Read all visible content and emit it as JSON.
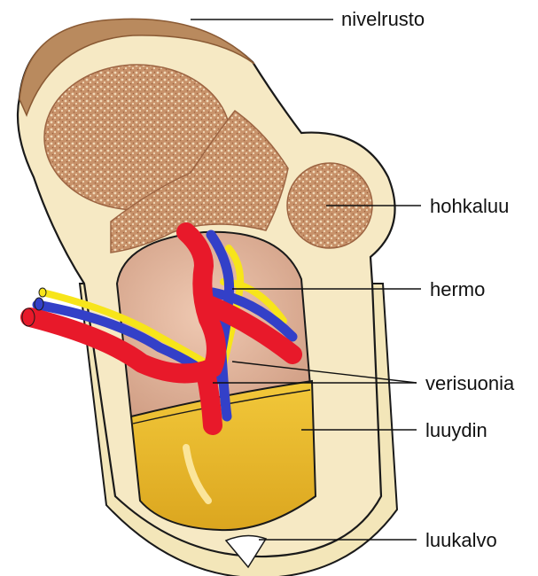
{
  "labels": {
    "cartilage": "nivelrusto",
    "spongy_bone": "hohkaluu",
    "nerve": "hermo",
    "vessels": "verisuonia",
    "marrow": "luuydin",
    "periosteum": "luukalvo"
  },
  "colors": {
    "cartilage": "#b98a5e",
    "bone_cream": "#f6e9c4",
    "spongy_bone": "#c8926a",
    "cavity": "#e2b69c",
    "artery": "#e8192a",
    "vein": "#3340c8",
    "nerve": "#f7e51a",
    "marrow": "#e9bc2a",
    "periosteum": "#f3e6b9",
    "outline": "#1a1a1a"
  }
}
